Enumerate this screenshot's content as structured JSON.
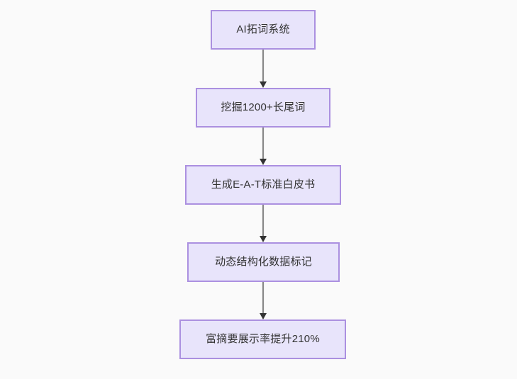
{
  "diagram": {
    "type": "flowchart",
    "orientation": "top-to-bottom",
    "background_color": "#fafafa",
    "node_fill_color": "#e8e4fb",
    "node_border_color": "#ab90e0",
    "node_text_color": "#333333",
    "edge_line_color": "#888888",
    "edge_arrow_color": "#333333",
    "nodes": [
      {
        "id": "n1",
        "label": "AI拓词系统"
      },
      {
        "id": "n2",
        "label": "挖掘1200+长尾词"
      },
      {
        "id": "n3",
        "label": "生成E-A-T标准白皮书"
      },
      {
        "id": "n4",
        "label": "动态结构化数据标记"
      },
      {
        "id": "n5",
        "label": "富摘要展示率提升210%"
      }
    ],
    "edges": [
      {
        "id": "e1",
        "from": "n1",
        "to": "n2",
        "label": ""
      },
      {
        "id": "e2",
        "from": "n2",
        "to": "n3",
        "label": ""
      },
      {
        "id": "e3",
        "from": "n3",
        "to": "n4",
        "label": ""
      },
      {
        "id": "e4",
        "from": "n4",
        "to": "n5",
        "label": ""
      }
    ]
  }
}
